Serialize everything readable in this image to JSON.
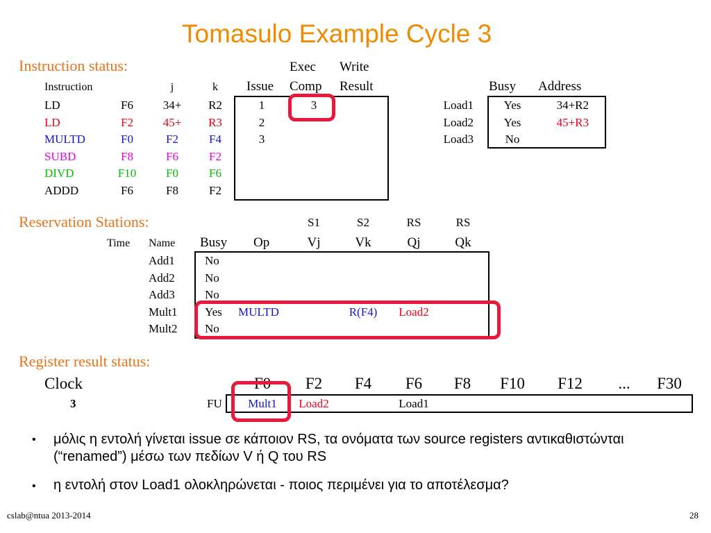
{
  "title": "Tomasulo Example Cycle 3",
  "colors": {
    "title": "#f08a00",
    "section": "#e8731a",
    "highlight": "#e8193d",
    "red": "#e8001c",
    "blue": "#1515c8",
    "magenta": "#e600e6",
    "green": "#00c000"
  },
  "instr": {
    "section": "Instruction status:",
    "h_instruction": "Instruction",
    "h_j": "j",
    "h_k": "k",
    "h_issue": "Issue",
    "h_exec1": "Exec",
    "h_exec2": "Comp",
    "h_write1": "Write",
    "h_write2": "Result",
    "rows": [
      {
        "op": "LD",
        "dst": "F6",
        "j": "34+",
        "k": "R2",
        "issue": "1",
        "exec": "3",
        "write": ""
      },
      {
        "op": "LD",
        "dst": "F2",
        "j": "45+",
        "k": "R3",
        "issue": "2",
        "exec": "",
        "write": ""
      },
      {
        "op": "MULTD",
        "dst": "F0",
        "j": "F2",
        "k": "F4",
        "issue": "3",
        "exec": "",
        "write": ""
      },
      {
        "op": "SUBD",
        "dst": "F8",
        "j": "F6",
        "k": "F2",
        "issue": "",
        "exec": "",
        "write": ""
      },
      {
        "op": "DIVD",
        "dst": "F10",
        "j": "F0",
        "k": "F6",
        "issue": "",
        "exec": "",
        "write": ""
      },
      {
        "op": "ADDD",
        "dst": "F6",
        "j": "F8",
        "k": "F2",
        "issue": "",
        "exec": "",
        "write": ""
      }
    ]
  },
  "load": {
    "h_busy": "Busy",
    "h_address": "Address",
    "rows": [
      {
        "name": "Load1",
        "busy": "Yes",
        "address": "34+R2"
      },
      {
        "name": "Load2",
        "busy": "Yes",
        "address": "45+R3"
      },
      {
        "name": "Load3",
        "busy": "No",
        "address": ""
      }
    ]
  },
  "rs": {
    "section": "Reservation Stations:",
    "h_s1": "S1",
    "h_s2": "S2",
    "h_rs1": "RS",
    "h_rs2": "RS",
    "h_time": "Time",
    "h_name": "Name",
    "h_busy": "Busy",
    "h_op": "Op",
    "h_vj": "Vj",
    "h_vk": "Vk",
    "h_qj": "Qj",
    "h_qk": "Qk",
    "rows": [
      {
        "name": "Add1",
        "busy": "No",
        "op": "",
        "vj": "",
        "vk": "",
        "qj": "",
        "qk": ""
      },
      {
        "name": "Add2",
        "busy": "No",
        "op": "",
        "vj": "",
        "vk": "",
        "qj": "",
        "qk": ""
      },
      {
        "name": "Add3",
        "busy": "No",
        "op": "",
        "vj": "",
        "vk": "",
        "qj": "",
        "qk": ""
      },
      {
        "name": "Mult1",
        "busy": "Yes",
        "op": "MULTD",
        "vj": "",
        "vk": "R(F4)",
        "qj": "Load2",
        "qk": ""
      },
      {
        "name": "Mult2",
        "busy": "No",
        "op": "",
        "vj": "",
        "vk": "",
        "qj": "",
        "qk": ""
      }
    ]
  },
  "reg": {
    "section": "Register result status:",
    "clock_label": "Clock",
    "clock_value": "3",
    "fu_label": "FU",
    "regs": [
      "F0",
      "F2",
      "F4",
      "F6",
      "F8",
      "F10",
      "F12",
      "...",
      "F30"
    ],
    "fu": [
      "Mult1",
      "Load2",
      "",
      "Load1",
      "",
      "",
      "",
      "",
      ""
    ]
  },
  "bullets": [
    "μόλις η εντολή γίνεται issue σε κάποιον RS, τα ονόματα των source registers αντικαθιστώνται (“renamed”) μέσω των πεδίων V ή Q του RS",
    "η εντολή στον Load1 ολοκληρώνεται - ποιος περιμένει για το αποτέλεσμα?"
  ],
  "footer": {
    "left": "cslab@ntua 2013-2014",
    "page": "28"
  }
}
